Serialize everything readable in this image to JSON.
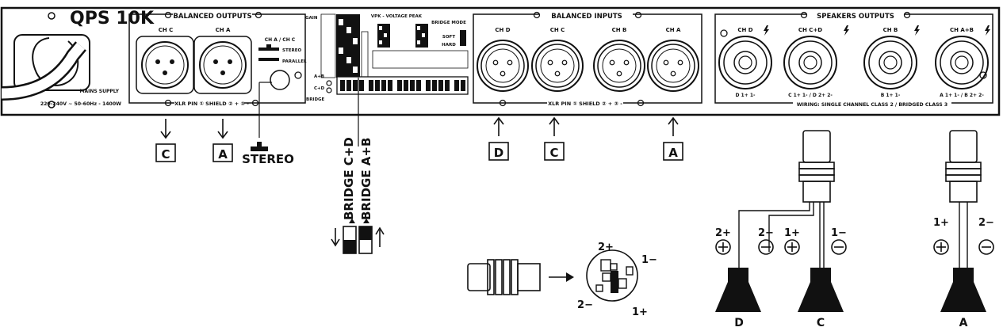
{
  "panel": {
    "model": "QPS 10K",
    "mains_title": "MAINS SUPPLY",
    "mains_spec": "220-240V ~ 50-60Hz - 1400W",
    "balanced_outputs": {
      "title": "BALANCED OUTPUTS",
      "ch_c": "CH C",
      "ch_a": "CH A",
      "switch_title": "CH A / CH C",
      "stereo_label": "STEREO",
      "parallel_label": "PARALLEL",
      "pinout": "XLR PIN ① SHIELD ② + ③ -"
    },
    "dip": {
      "gain_label": "GAIN",
      "vpk_title": "VPK - VOLTAGE PEAK",
      "bridge_mode": "BRIDGE MODE",
      "soft": "SOFT",
      "hard": "HARD",
      "left_labels": [
        "A+B",
        "C+D",
        "BRIDGE"
      ]
    },
    "balanced_inputs": {
      "title": "BALANCED INPUTS",
      "channels": [
        "CH D",
        "CH C",
        "CH B",
        "CH A"
      ],
      "pinout": "XLR PIN ① SHIELD ② + ③ -"
    },
    "speakers_outputs": {
      "title": "SPEAKERS OUTPUTS",
      "channels": [
        "CH D",
        "CH C+D",
        "CH B",
        "CH A+B"
      ],
      "pin_labels": [
        "D 1+ 1-",
        "C 1+ 1- / D 2+ 2-",
        "B 1+ 1-",
        "A 1+ 1- / B 2+ 2-"
      ],
      "wiring_note": "WIRING: SINGLE CHANNEL CLASS 2 / BRIDGED CLASS 3"
    }
  },
  "callouts": {
    "out_c": "C",
    "out_a": "A",
    "stereo": "STEREO",
    "bridge_cd": "BRIDGE C+D",
    "bridge_ab": "BRIDGE A+B",
    "in_d": "D",
    "in_c": "C",
    "in_a": "A"
  },
  "speakon_pins": {
    "p2plus": "2+",
    "p1minus": "1−",
    "p2minus": "2−",
    "p1plus": "1+"
  },
  "wiring": {
    "cd_plus2": "2+",
    "cd_minus2": "2−",
    "cd_plus1": "1+",
    "cd_minus1": "1−",
    "a_plus1": "1+",
    "a_minus2": "2−",
    "speaker_d": "D",
    "speaker_c": "C",
    "speaker_a": "A"
  }
}
